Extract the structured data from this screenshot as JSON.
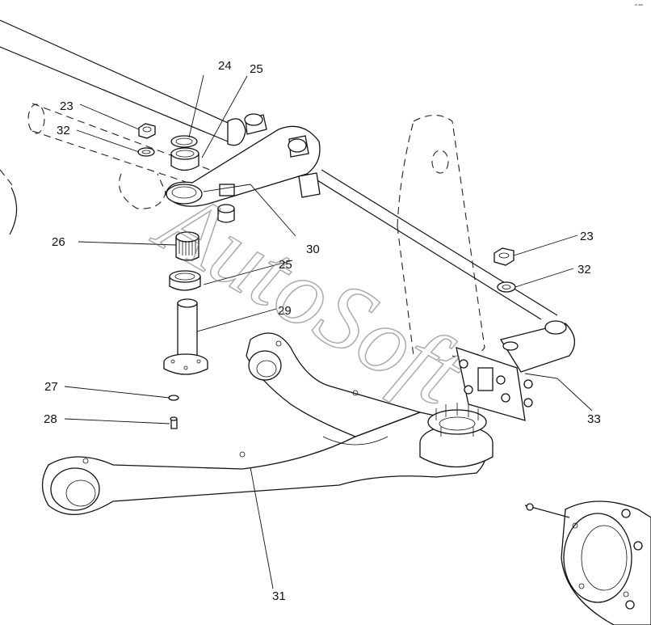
{
  "diagram": {
    "corner_mark": "ᵃᵗ ᵃᵃᵃ",
    "watermark": "AutoSoft",
    "callouts": [
      {
        "id": "c24a",
        "text": "24"
      },
      {
        "id": "c25a",
        "text": "25"
      },
      {
        "id": "c23a",
        "text": "23"
      },
      {
        "id": "c32a",
        "text": "32"
      },
      {
        "id": "c26",
        "text": "26"
      },
      {
        "id": "c30",
        "text": "30"
      },
      {
        "id": "c25b",
        "text": "25"
      },
      {
        "id": "c29",
        "text": "29"
      },
      {
        "id": "c27",
        "text": "27"
      },
      {
        "id": "c28",
        "text": "28"
      },
      {
        "id": "c31",
        "text": "31"
      },
      {
        "id": "c23b",
        "text": "23"
      },
      {
        "id": "c32b",
        "text": "32"
      },
      {
        "id": "c33",
        "text": "33"
      }
    ]
  }
}
